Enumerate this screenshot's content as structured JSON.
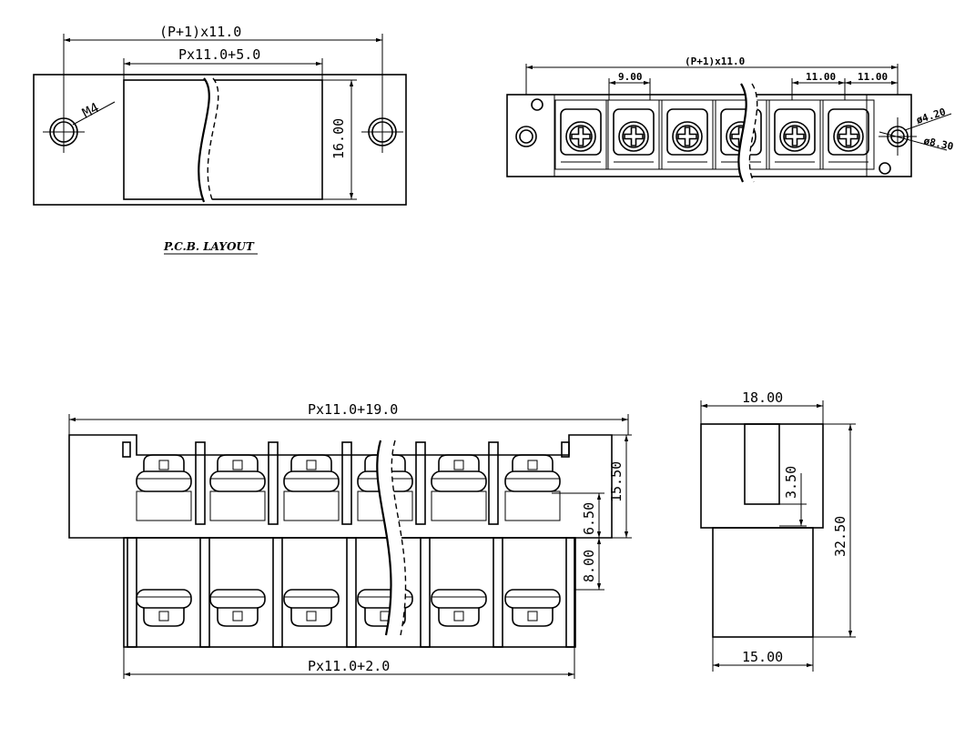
{
  "pcb_layout": {
    "caption": "P.C.B. LAYOUT",
    "dim_overall": "(P+1)x11.0",
    "dim_inner": "Px11.0+5.0",
    "dim_height": "16.00",
    "hole_label": "M4"
  },
  "top_view": {
    "dim_overall": "(P+1)x11.0",
    "dim_pitch": "9.00",
    "dim_pitch_a": "11.00",
    "dim_pitch_b": "11.00",
    "dim_hole": "ø4.20",
    "dim_flange": "ø8.30"
  },
  "front_view": {
    "dim_top": "Px11.0+19.0",
    "dim_bottom": "Px11.0+2.0",
    "dim_height": "15.50",
    "dim_mid": "6.50",
    "dim_pin": "8.00"
  },
  "side_view": {
    "dim_top": "18.00",
    "dim_bottom": "15.00",
    "dim_height": "32.50",
    "dim_slot": "3.50"
  }
}
